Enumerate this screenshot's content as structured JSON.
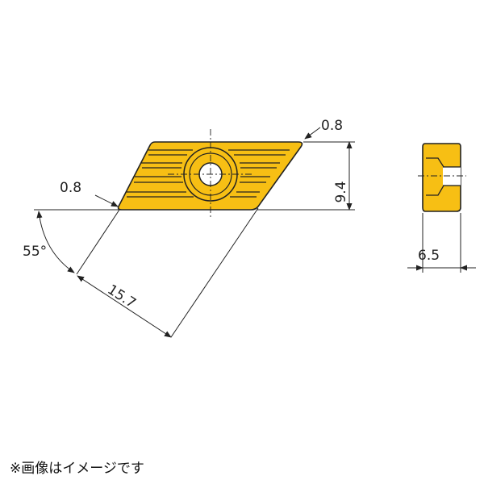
{
  "colors": {
    "insert_fill": "#f7bf14",
    "outline": "#222222",
    "background": "#ffffff"
  },
  "dimensions": {
    "corner_radius_top": "0.8",
    "corner_radius_left": "0.8",
    "height": "9.4",
    "length": "15.7",
    "angle": "55°",
    "thickness": "6.5"
  },
  "note": "※画像はイメージです"
}
